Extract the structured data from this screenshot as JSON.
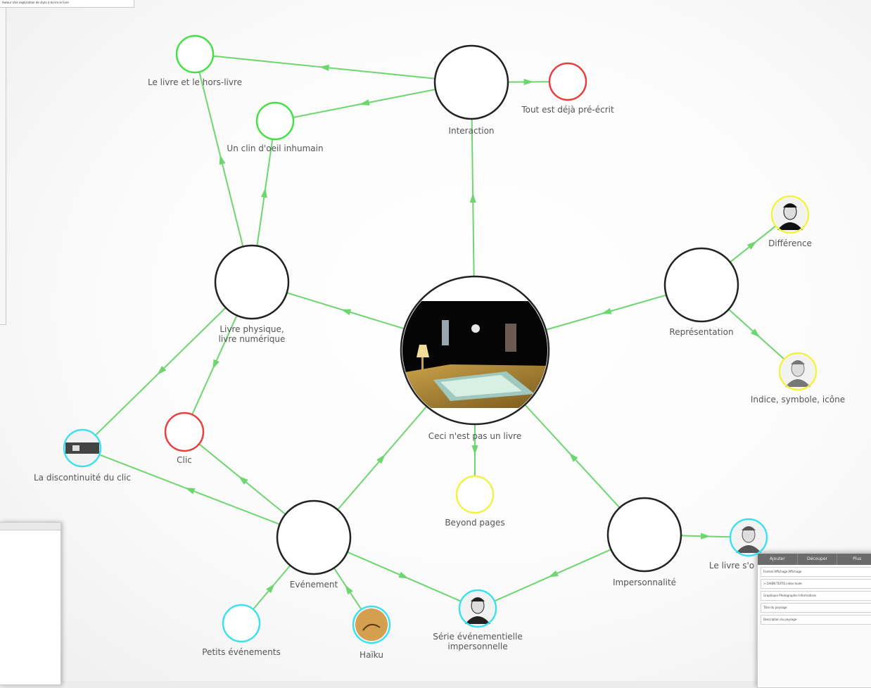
{
  "diagram": {
    "center": {
      "label": "Ceci n'est pas un livre"
    },
    "nodes": [
      {
        "id": "interaction",
        "label": "Interaction",
        "kind": "hub",
        "color": "#222222"
      },
      {
        "id": "livre-physique",
        "label": "Livre physique, livre numérique",
        "kind": "hub",
        "color": "#222222"
      },
      {
        "id": "representation",
        "label": "Représentation",
        "kind": "hub",
        "color": "#222222"
      },
      {
        "id": "evenement",
        "label": "Evénement",
        "kind": "hub",
        "color": "#222222"
      },
      {
        "id": "impersonnalite",
        "label": "Impersonnalité",
        "kind": "hub",
        "color": "#222222"
      },
      {
        "id": "livre-hors-livre",
        "label": "Le livre et le hors-livre",
        "kind": "leaf",
        "color": "#46e046"
      },
      {
        "id": "clin-oeil",
        "label": "Un clin d'oeil inhumain",
        "kind": "leaf",
        "color": "#46e046"
      },
      {
        "id": "tout-pre-ecrit",
        "label": "Tout est déjà pré-écrit",
        "kind": "leaf",
        "color": "#e84040"
      },
      {
        "id": "clic",
        "label": "Clic",
        "kind": "leaf",
        "color": "#e84040"
      },
      {
        "id": "beyond-pages",
        "label": "Beyond pages",
        "kind": "leaf",
        "color": "#f2f245"
      },
      {
        "id": "petits-evenements",
        "label": "Petits événements",
        "kind": "leaf",
        "color": "#3ee0ee"
      },
      {
        "id": "difference",
        "label": "Différence",
        "kind": "portrait",
        "color": "#f2f245"
      },
      {
        "id": "indice",
        "label": "Indice, symbole, icône",
        "kind": "portrait",
        "color": "#f2f245"
      },
      {
        "id": "discontinuite",
        "label": "La discontinuité du clic",
        "kind": "portrait",
        "color": "#3ee0ee"
      },
      {
        "id": "haiku",
        "label": "Haïku",
        "kind": "portrait",
        "color": "#3ee0ee"
      },
      {
        "id": "serie",
        "label": "Série événementielle impersonnelle",
        "kind": "portrait",
        "color": "#3ee0ee"
      },
      {
        "id": "livre-soi",
        "label": "Le livre s'o",
        "kind": "portrait",
        "color": "#3ee0ee"
      }
    ],
    "edges": [
      [
        "center",
        "interaction"
      ],
      [
        "interaction",
        "tout-pre-ecrit"
      ],
      [
        "interaction",
        "livre-hors-livre"
      ],
      [
        "interaction",
        "clin-oeil"
      ],
      [
        "center",
        "livre-physique"
      ],
      [
        "livre-physique",
        "livre-hors-livre"
      ],
      [
        "livre-physique",
        "clin-oeil"
      ],
      [
        "livre-physique",
        "discontinuite"
      ],
      [
        "livre-physique",
        "clic"
      ],
      [
        "representation",
        "center"
      ],
      [
        "representation",
        "difference"
      ],
      [
        "representation",
        "indice"
      ],
      [
        "evenement",
        "center"
      ],
      [
        "evenement",
        "discontinuite"
      ],
      [
        "evenement",
        "clic"
      ],
      [
        "evenement",
        "serie"
      ],
      [
        "petits-evenements",
        "evenement"
      ],
      [
        "haiku",
        "evenement"
      ],
      [
        "center",
        "beyond-pages"
      ],
      [
        "impersonnalite",
        "center"
      ],
      [
        "impersonnalite",
        "serie"
      ],
      [
        "impersonnalite",
        "livre-soi"
      ]
    ],
    "edge_color": "#6ed66e"
  },
  "background": {
    "top_window_text": "Auteur  Une exploration de stylo à écrire le livre",
    "panel_tabs": [
      "Ajouter",
      "Découper",
      "Plus"
    ],
    "panel_rows": [
      "Format    Affichage    Affichage",
      "> CHIEN    TEXTE index texte",
      "Graphique   Photographie   Informations",
      "Titre du paysage",
      "Description du paysage"
    ]
  }
}
